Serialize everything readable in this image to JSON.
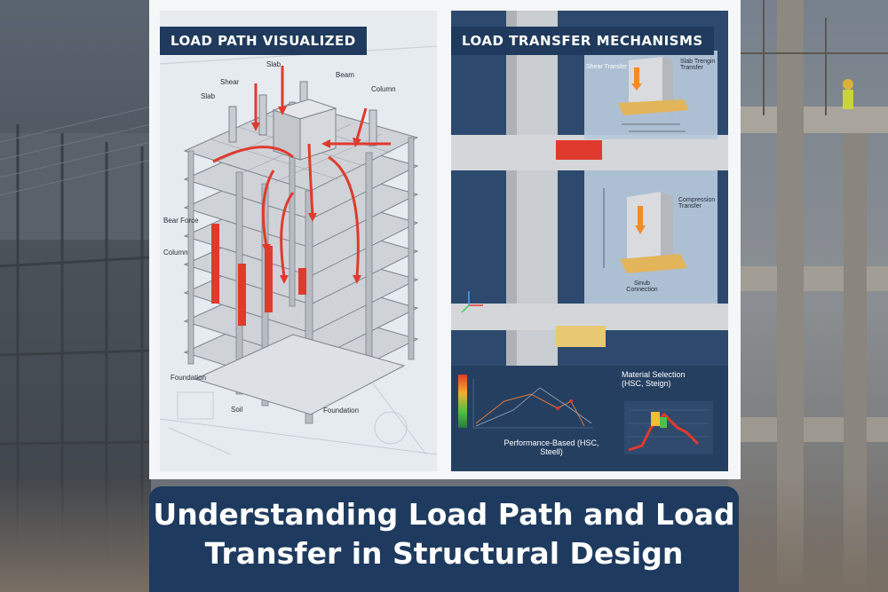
{
  "left_panel": {
    "title": "LOAD PATH VISUALIZED",
    "labels": {
      "slab_top": "Slab",
      "beam": "Beam",
      "shear": "Shear",
      "slab_left": "Slab",
      "column_top": "Column",
      "bear_force": "Bear Force",
      "column_left": "Column",
      "foundation_left": "Foundation",
      "soil": "Soil",
      "foundation_bottom": "Foundation"
    }
  },
  "right_panel": {
    "title": "LOAD TRANSFER MECHANISMS",
    "labels": {
      "shear_transfer": "Shear Transfer",
      "slab_transfer": "Slab Trengin Transfer",
      "compression_transfer": "Compression Transfer",
      "sinub_connection": "Sinub Connection",
      "material_selection": "Material Selection (HSC, Steign)",
      "performance_based": "Performance-Based (HSC, Steell)"
    }
  },
  "caption": {
    "line1": "Understanding Load Path and Load",
    "line2": "Transfer in Structural Design"
  },
  "colors": {
    "caption_bg": "#1e3a5f",
    "title_bg": "#1f3a5c",
    "load_arrow": "#e03a2e",
    "panel_right_bg": "#2d4a6e"
  }
}
